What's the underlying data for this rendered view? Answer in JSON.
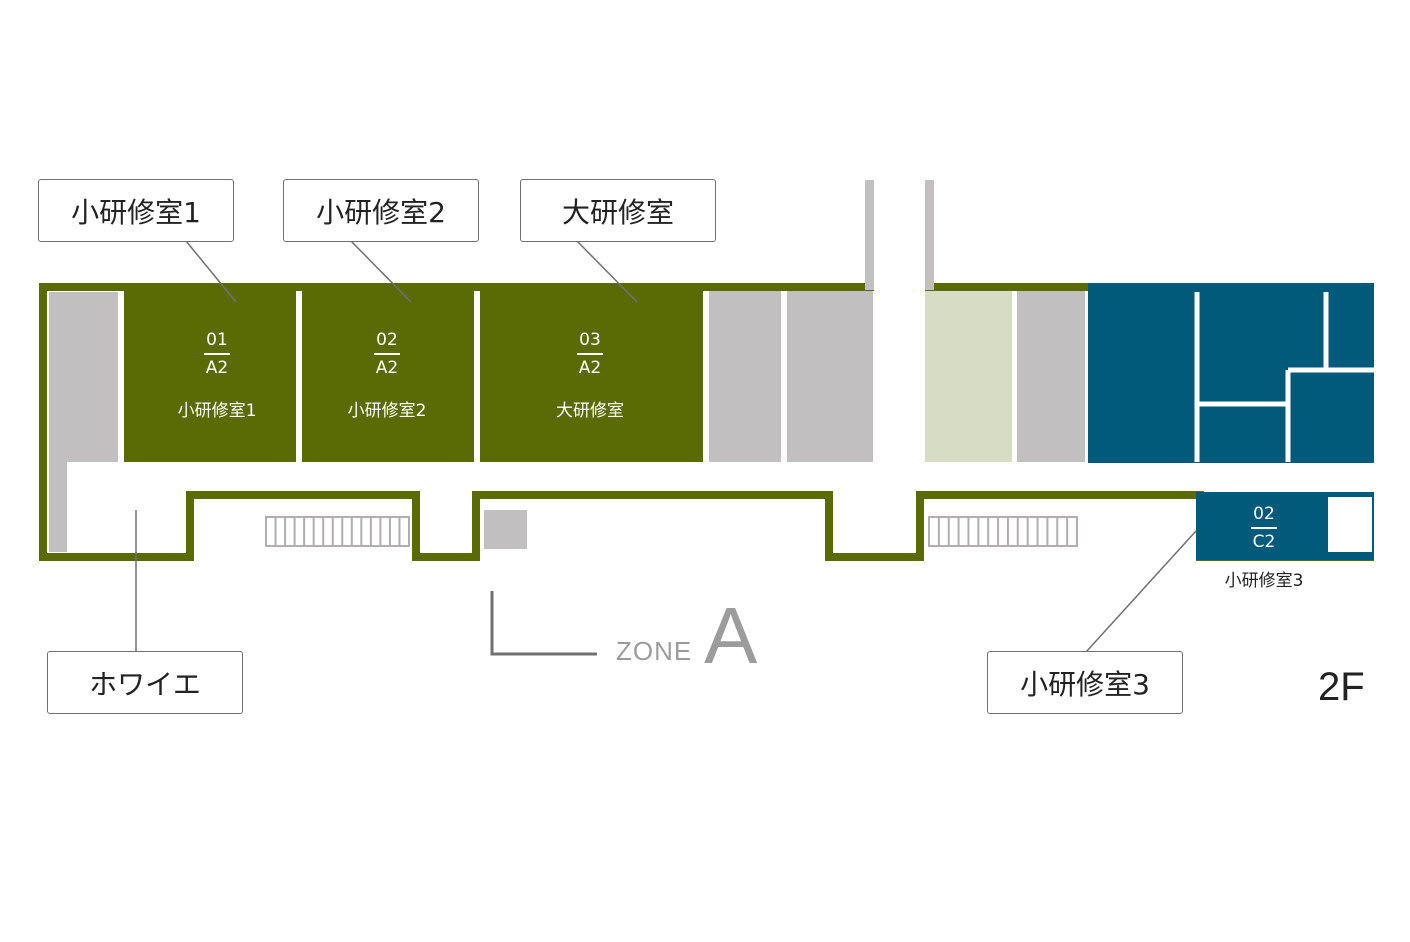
{
  "floor_label": "2F",
  "zone": {
    "word": "ZONE",
    "letter": "A"
  },
  "callouts": {
    "small1": "小研修室1",
    "small2": "小研修室2",
    "large": "大研修室",
    "foyer": "ホワイエ",
    "small3": "小研修室3"
  },
  "rooms": {
    "r01": {
      "num": "01",
      "code": "A2",
      "name": "小研修室1"
    },
    "r02": {
      "num": "02",
      "code": "A2",
      "name": "小研修室2"
    },
    "r03": {
      "num": "03",
      "code": "A2",
      "name": "大研修室"
    },
    "c02": {
      "num": "02",
      "code": "C2",
      "name": "小研修室3"
    }
  },
  "colors": {
    "zone_a_green": "#5a6b06",
    "zone_c_blue": "#025a7a",
    "other_room_gray": "#c1bfc0",
    "pale_green": "#d7dcc5",
    "leader_line": "#707070"
  }
}
